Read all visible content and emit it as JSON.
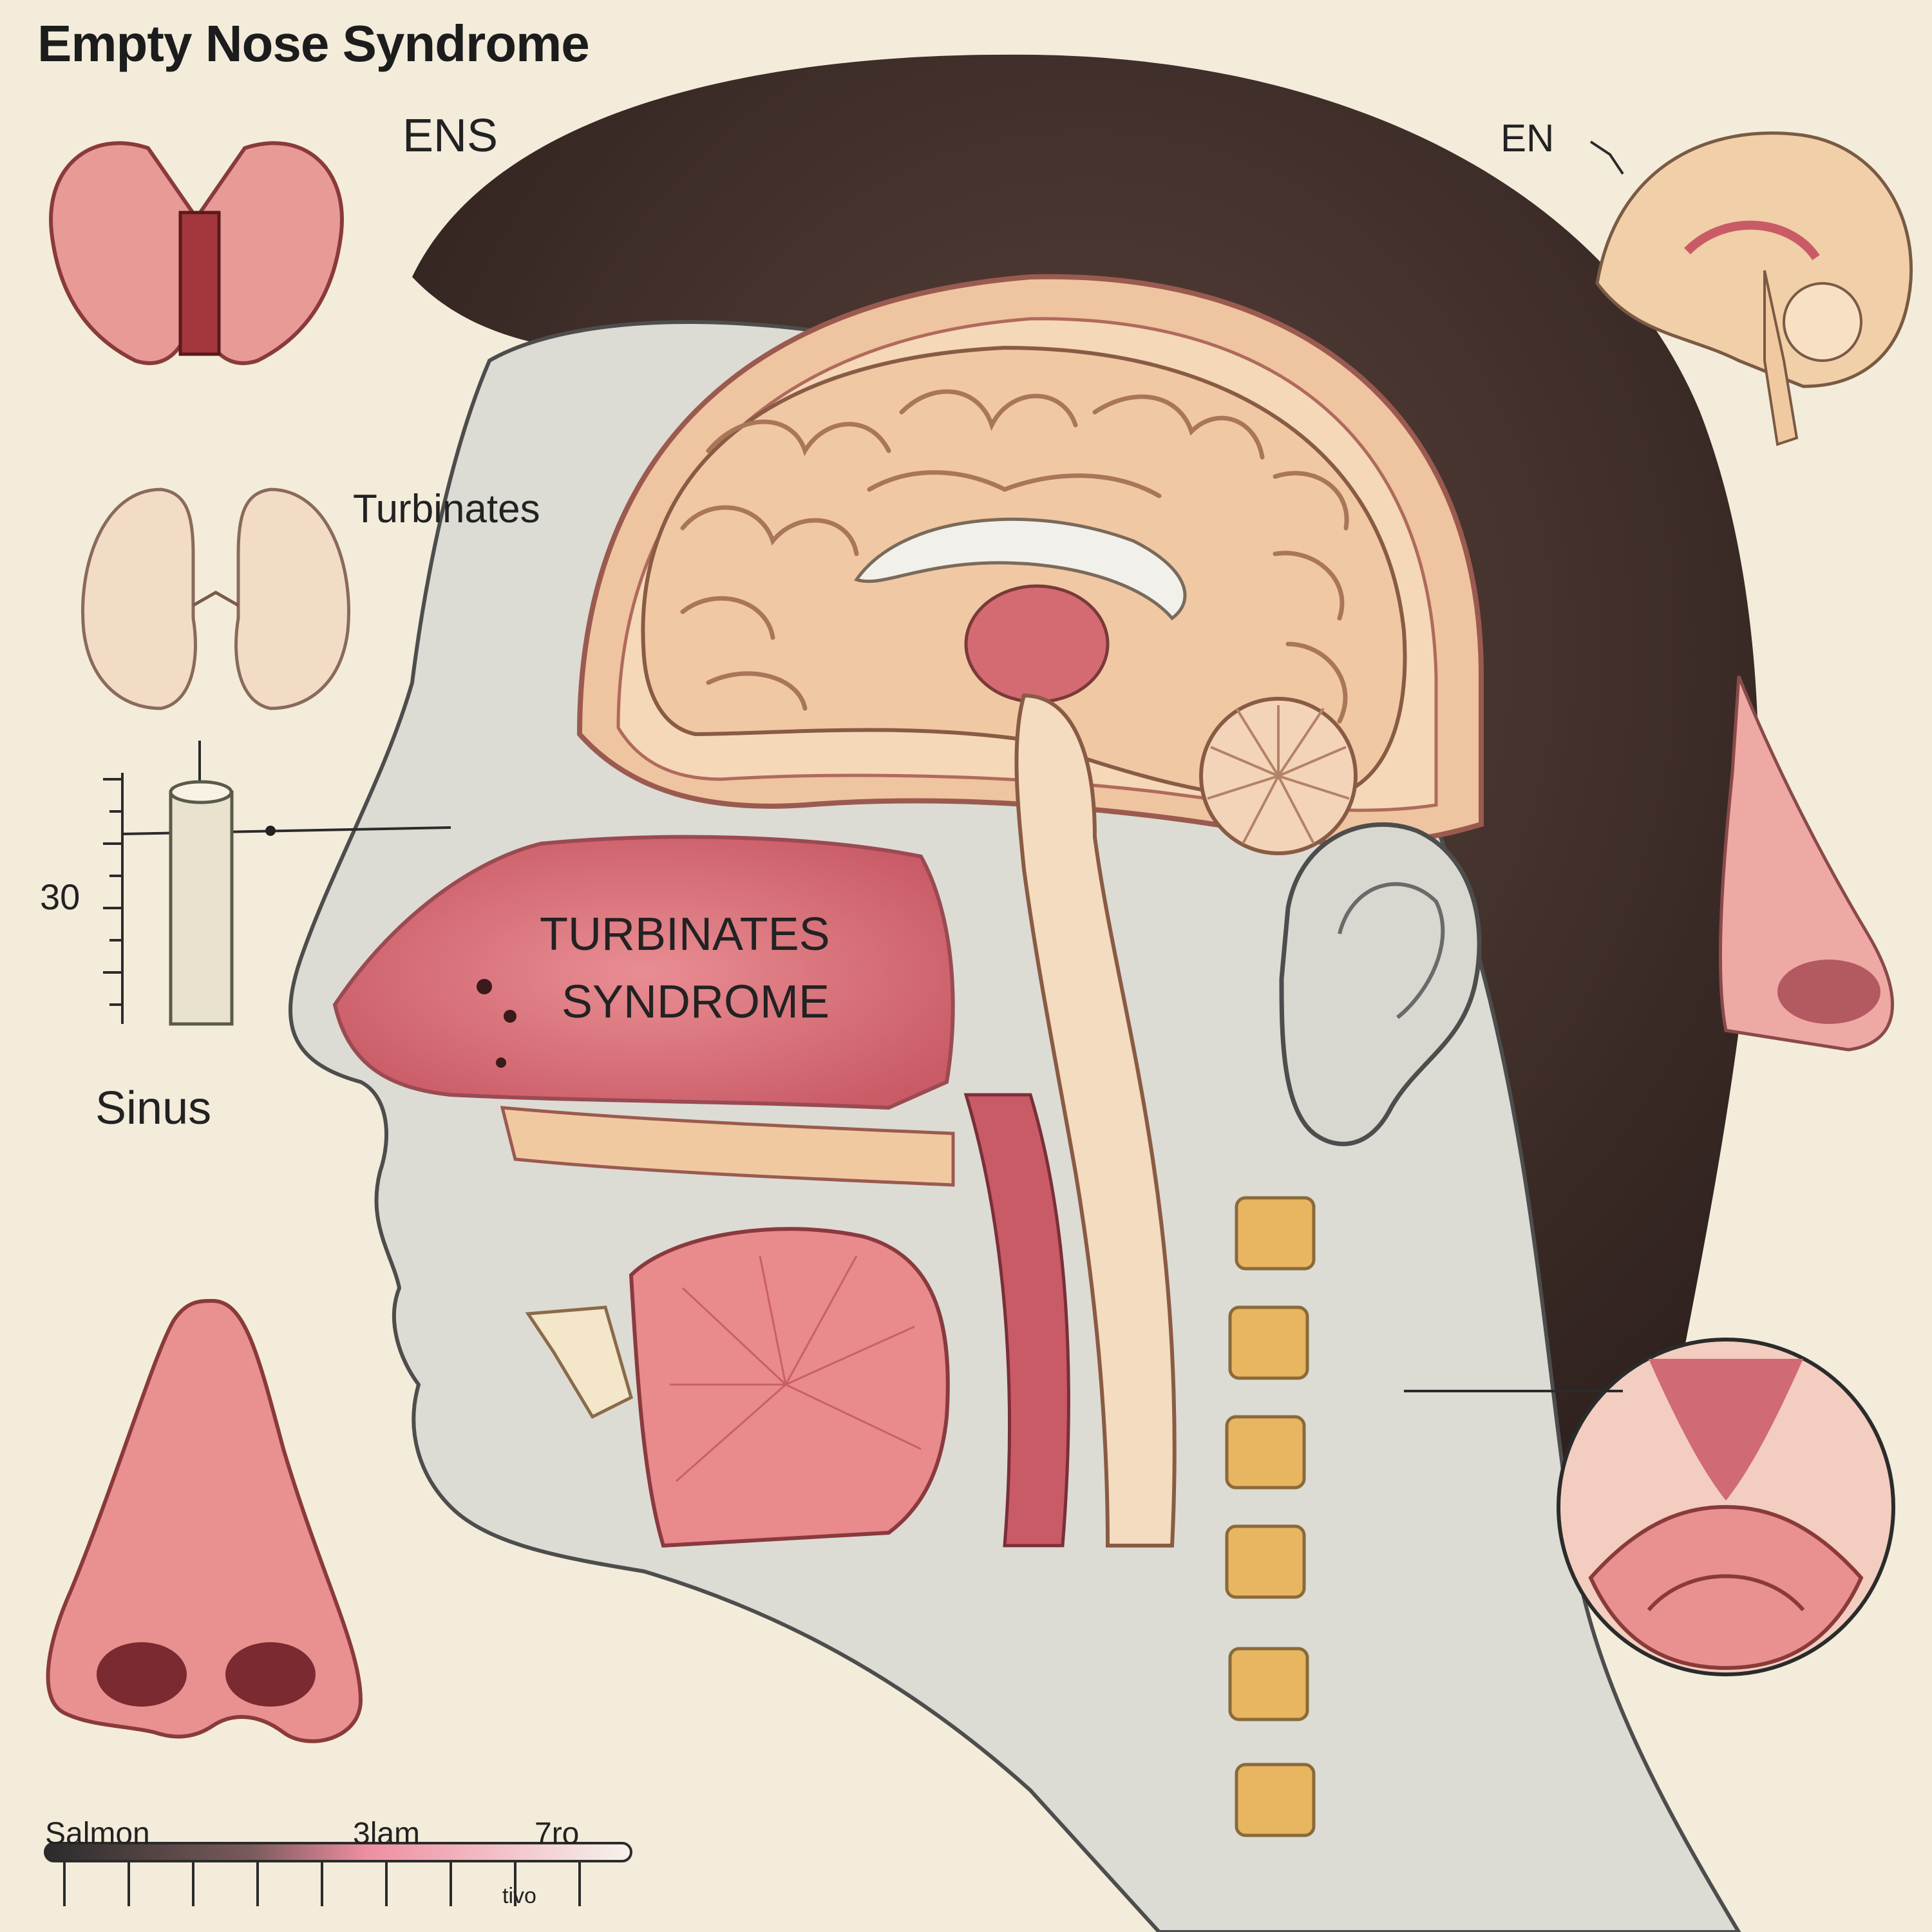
{
  "title": "Empty Nose Syndrome",
  "labels": {
    "ens": "ENS",
    "en": "EN",
    "turbinates": "Turbinates",
    "center_line1": "TURBINATES",
    "center_line2": "SYNDROME",
    "scale_number": "30",
    "sinus": "Sinus"
  },
  "scale_bar": {
    "label_left": "Salmon",
    "label_mid": "3lam",
    "label_right": "7ro",
    "label_bottom": "tivo"
  },
  "colors": {
    "background": "#f3ecdb",
    "hair": "#3a2a26",
    "skin": "#dcdcd4",
    "tissue_pink": "#e27a82",
    "bone_tan": "#f0c9a0",
    "brain": "#f1c8a4",
    "vertebra": "#e8b660"
  }
}
